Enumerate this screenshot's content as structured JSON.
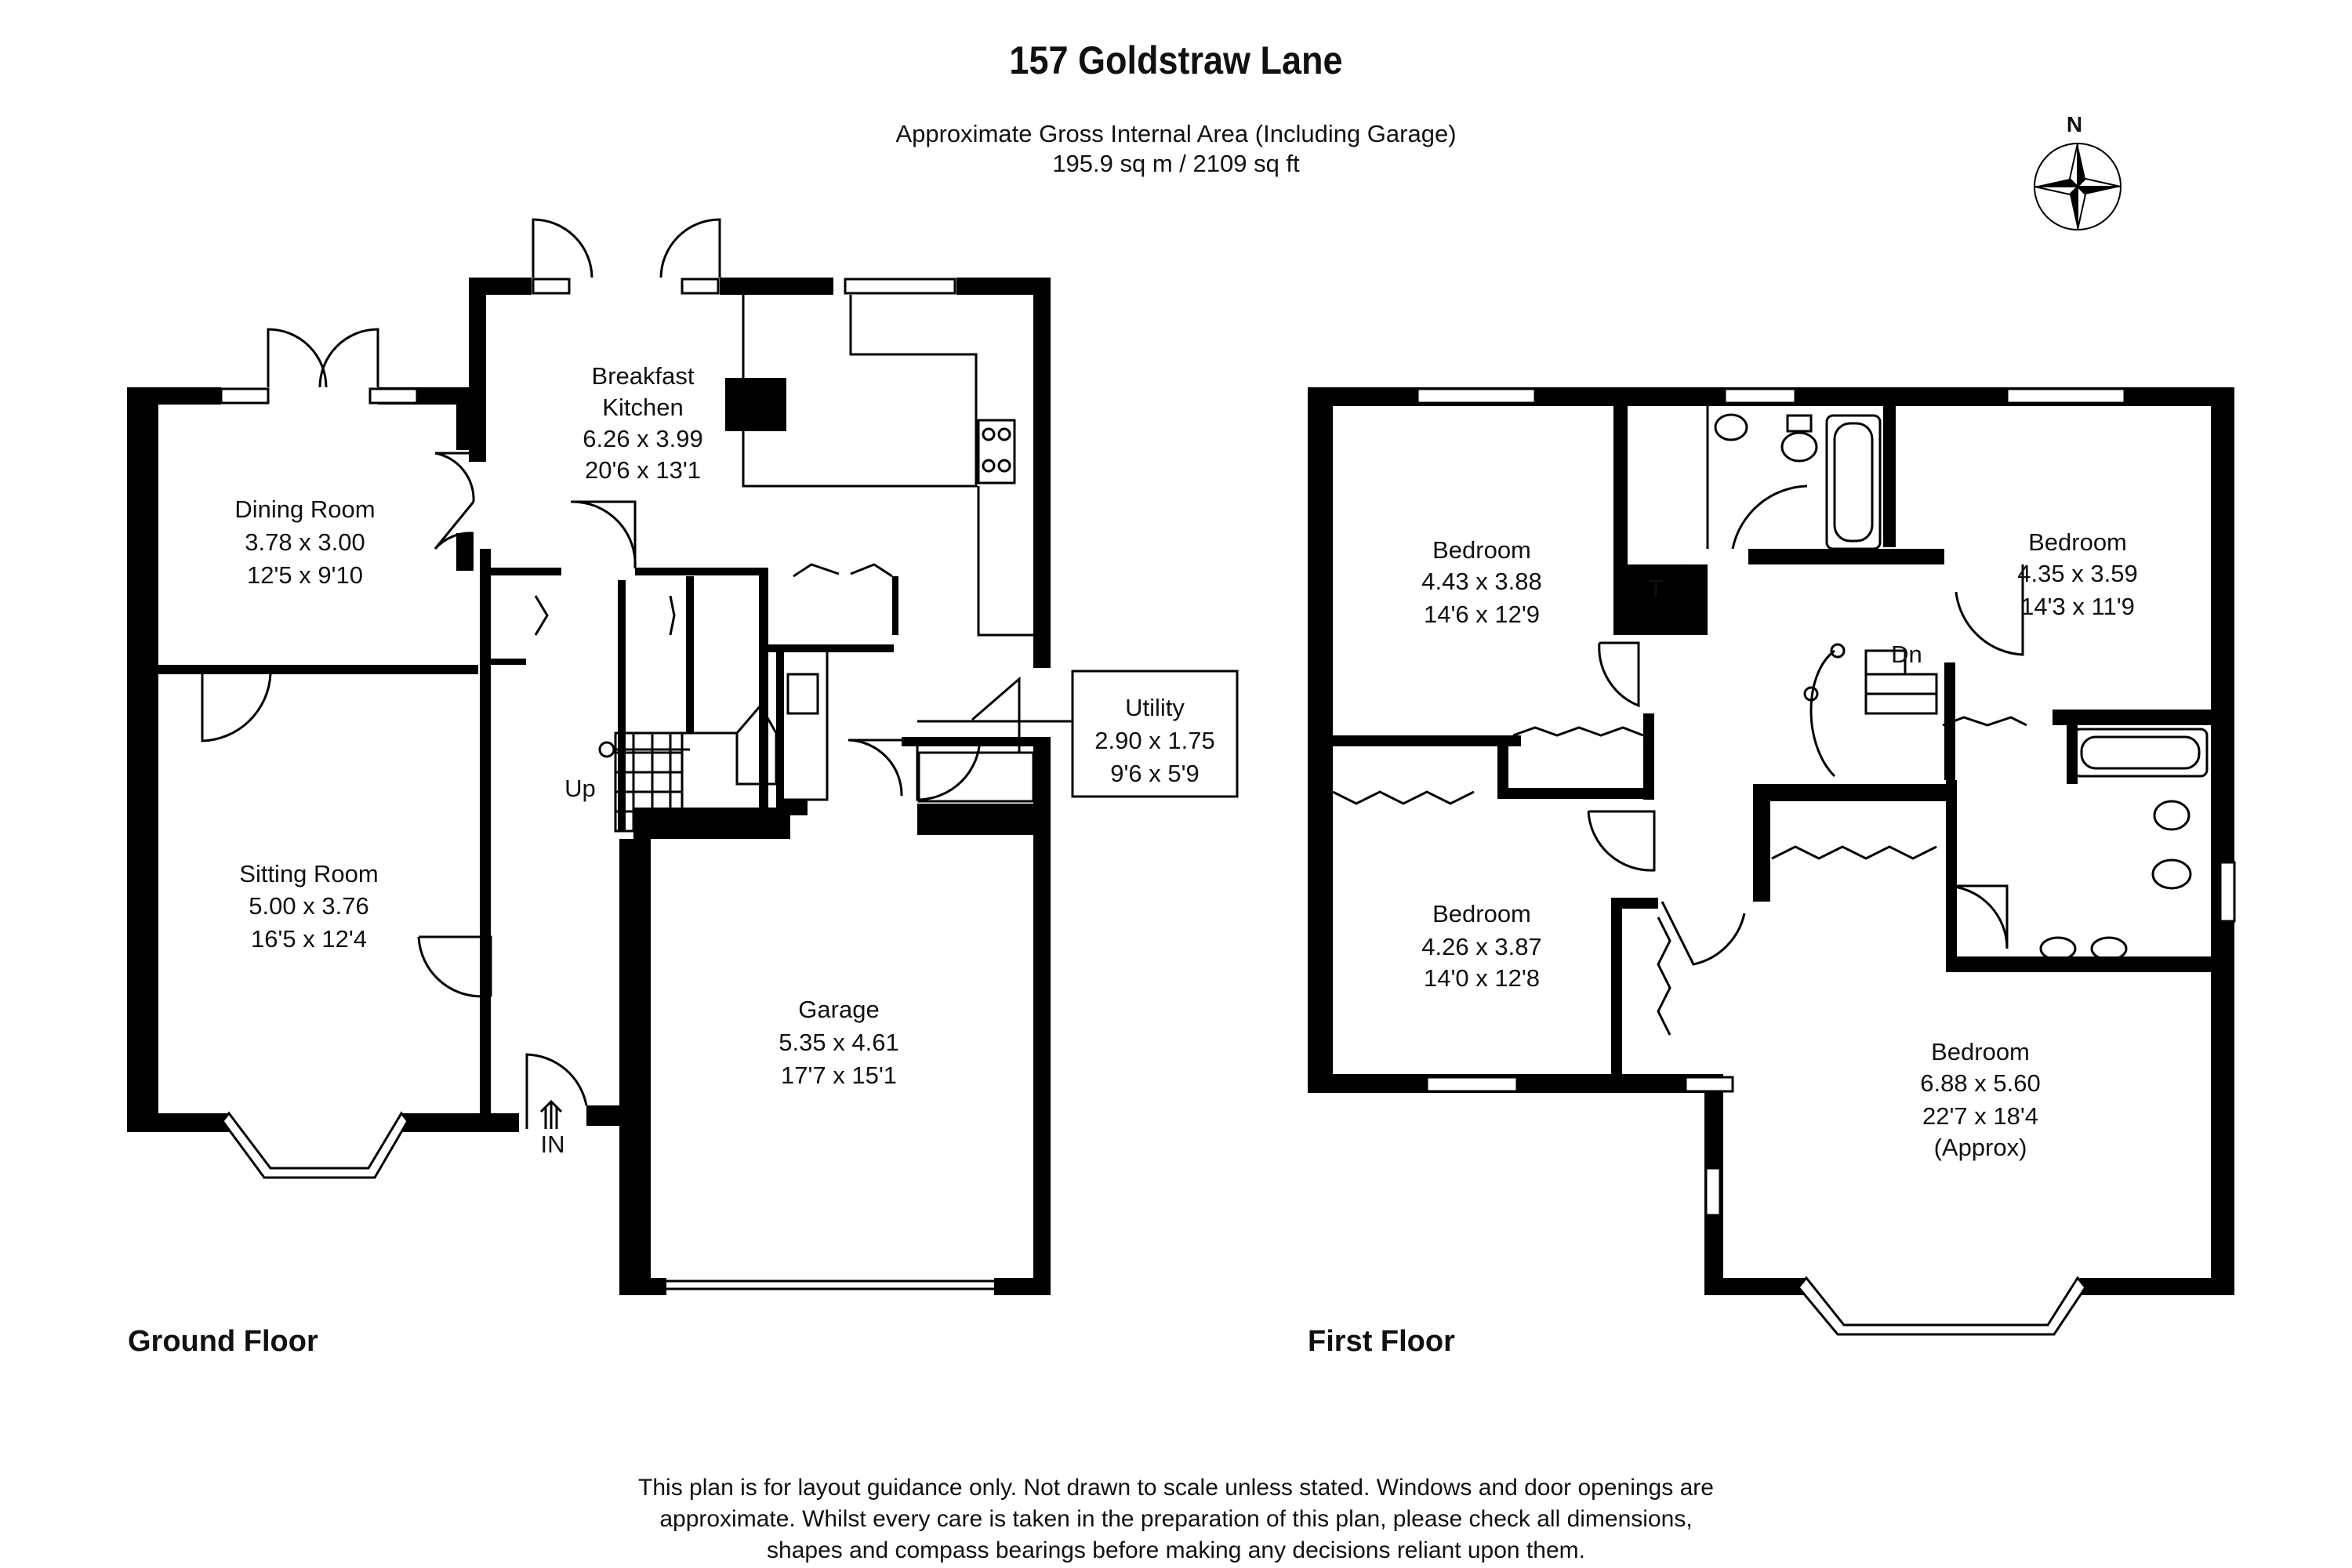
{
  "title": "157 Goldstraw Lane",
  "area": {
    "line1": "Approximate Gross Internal Area (Including Garage)",
    "line2": "195.9 sq m / 2109 sq ft"
  },
  "compass": {
    "north_label": "N",
    "icon": "compass-rose-icon"
  },
  "ground_floor": {
    "label": "Ground Floor",
    "rooms": [
      {
        "id": "breakfast-kitchen",
        "lines": [
          "Breakfast",
          "Kitchen",
          "6.26 x 3.99",
          "20'6 x 13'1"
        ]
      },
      {
        "id": "dining-room",
        "lines": [
          "Dining Room",
          "3.78 x 3.00",
          "12'5 x 9'10"
        ]
      },
      {
        "id": "sitting-room",
        "lines": [
          "Sitting Room",
          "5.00 x 3.76",
          "16'5 x 12'4"
        ]
      },
      {
        "id": "garage",
        "lines": [
          "Garage",
          "5.35 x 4.61",
          "17'7 x 15'1"
        ]
      },
      {
        "id": "utility",
        "lines": [
          "Utility",
          "2.90 x 1.75",
          "9'6 x 5'9"
        ]
      }
    ],
    "stair_label": "Up",
    "entrance_label": "IN"
  },
  "first_floor": {
    "label": "First Floor",
    "rooms": [
      {
        "id": "bedroom-1",
        "lines": [
          "Bedroom",
          "4.43 x 3.88",
          "14'6 x 12'9"
        ]
      },
      {
        "id": "bedroom-2",
        "lines": [
          "Bedroom",
          "4.35 x 3.59",
          "14'3 x 11'9"
        ]
      },
      {
        "id": "bedroom-3",
        "lines": [
          "Bedroom",
          "4.26 x 3.87",
          "14'0 x 12'8"
        ]
      },
      {
        "id": "bedroom-4",
        "lines": [
          "Bedroom",
          "6.88 x 5.60",
          "22'7 x 18'4",
          "(Approx)"
        ]
      }
    ],
    "stair_label": "Dn",
    "cylinder_label": "T"
  },
  "disclaimer": [
    "This plan is for layout guidance only. Not drawn to scale unless stated. Windows and door openings are",
    "approximate. Whilst every care is taken in the preparation of this plan, please check all dimensions,",
    "shapes and compass bearings before making any decisions reliant upon them."
  ]
}
